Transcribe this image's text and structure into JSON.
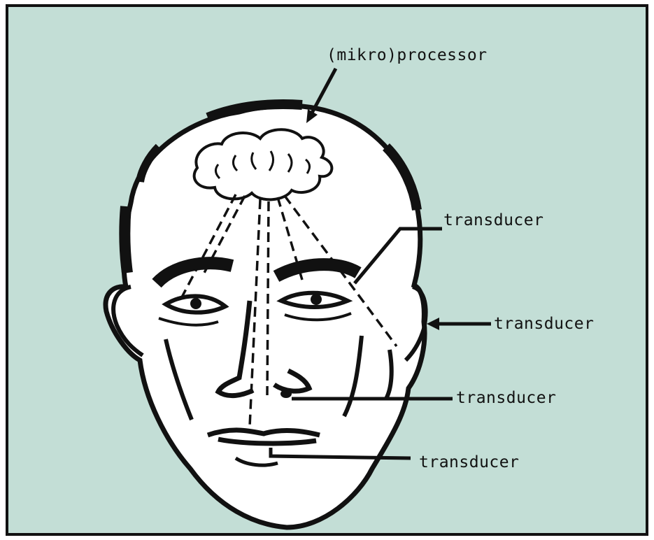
{
  "diagram": {
    "background_color": "#c3ded6",
    "ink_color": "#111111",
    "face_color": "#ffffff",
    "labels": {
      "processor": "(mikro)processor",
      "eye": "transducer",
      "ear": "transducer",
      "nose": "transducer",
      "mouth": "transducer"
    }
  }
}
